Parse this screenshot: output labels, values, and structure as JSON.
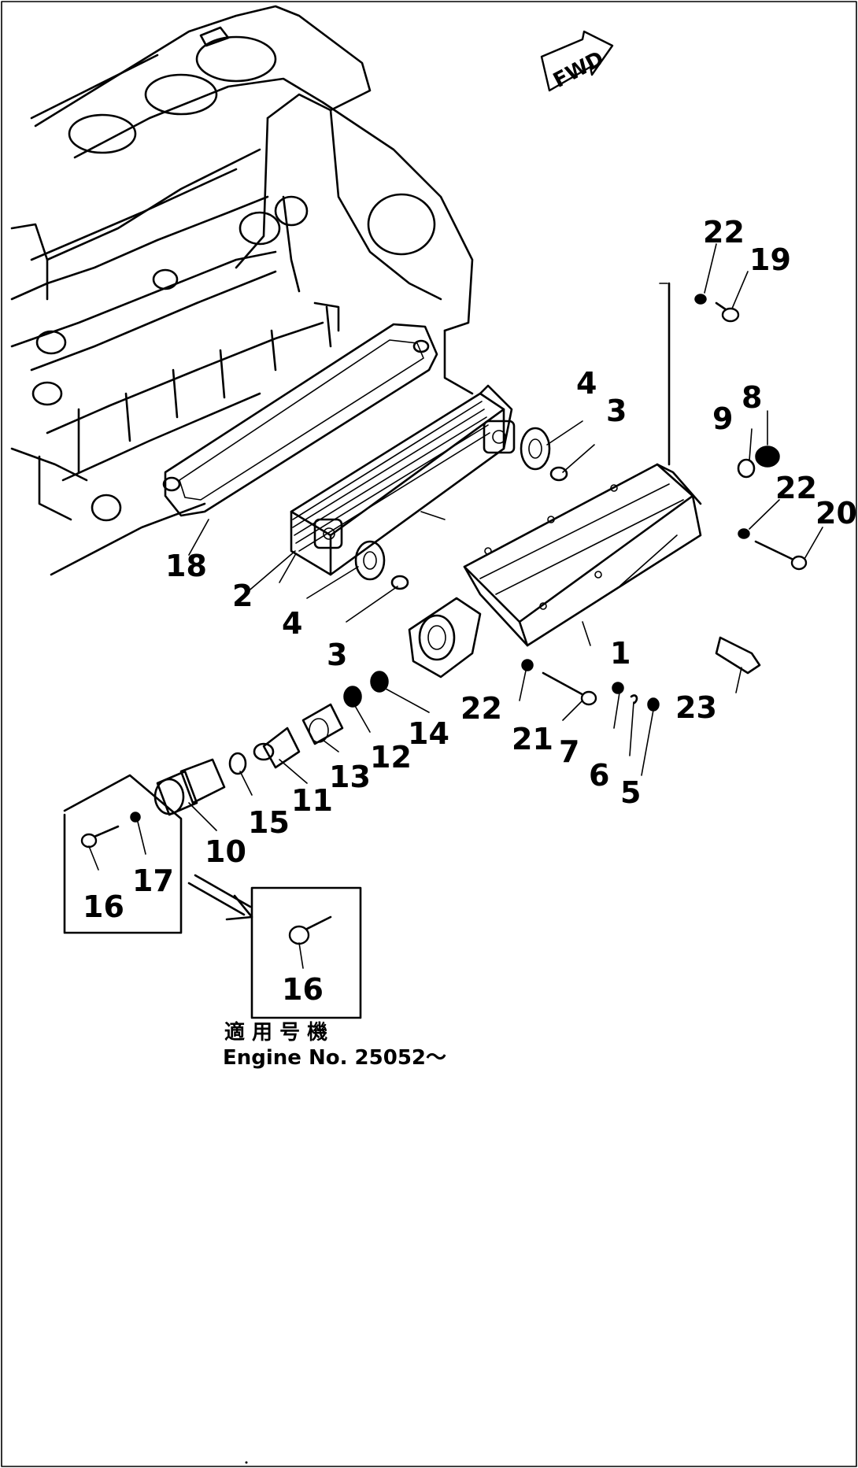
{
  "fwd_label": "FWD",
  "callouts": {
    "c1": "1",
    "c2": "2",
    "c3a": "3",
    "c3b": "3",
    "c4a": "4",
    "c4b": "4",
    "c5": "5",
    "c6": "6",
    "c7": "7",
    "c8": "8",
    "c9": "9",
    "c10": "10",
    "c11": "11",
    "c12": "12",
    "c13": "13",
    "c14": "14",
    "c15": "15",
    "c16a": "16",
    "c16b": "16",
    "c17": "17",
    "c18": "18",
    "c19": "19",
    "c20": "20",
    "c21": "21",
    "c22a": "22",
    "c22b": "22",
    "c22c": "22",
    "c23": "23"
  },
  "note": {
    "serial_jp": "適 用 号 機",
    "serial_en": "Engine No. 25052～"
  }
}
